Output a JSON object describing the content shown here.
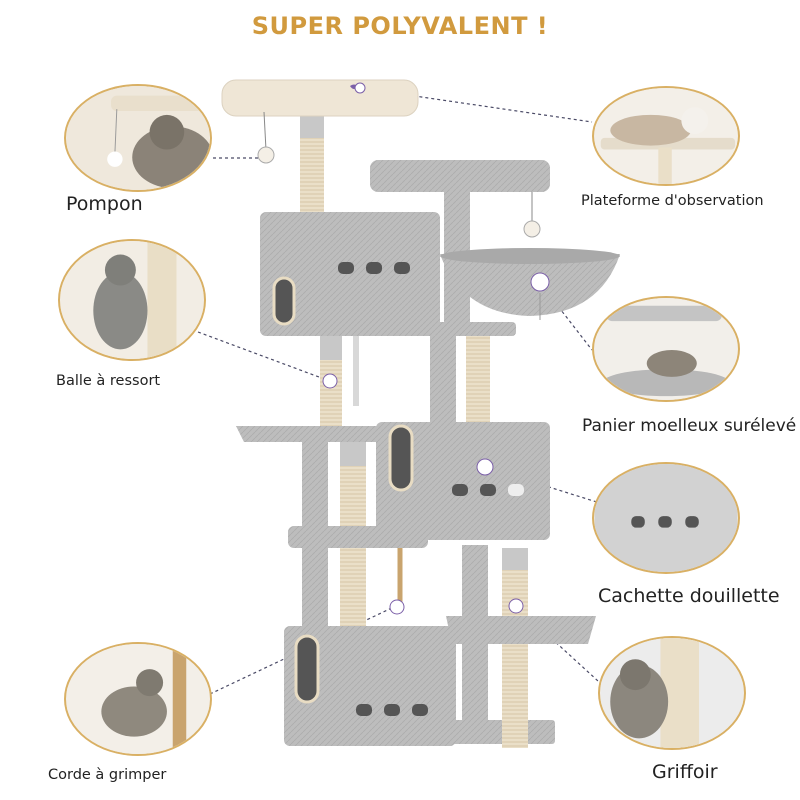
{
  "headline": {
    "text": "SUPER POLYVALENT !",
    "color": "#d19a3e"
  },
  "features": [
    {
      "id": "pompon",
      "label": "Pompon",
      "icon": "pompom-icon"
    },
    {
      "id": "plateforme",
      "label": "Plateforme d'observation",
      "icon": "cat-lying-icon"
    },
    {
      "id": "balle",
      "label": "Balle à ressort",
      "icon": "spring-ball-icon"
    },
    {
      "id": "panier",
      "label": "Panier moelleux surélevé",
      "icon": "basket-icon"
    },
    {
      "id": "cachette",
      "label": "Cachette douillette",
      "icon": "condo-icon"
    },
    {
      "id": "corde",
      "label": "Corde à grimper",
      "icon": "rope-icon"
    },
    {
      "id": "griffoir",
      "label": "Griffoir",
      "icon": "scratch-post-icon"
    }
  ],
  "colors": {
    "accent_border": "#d9b064",
    "plush_gray": "#b9b9b9",
    "plush_dark": "#9c9c9c",
    "sisal": "#e8dcc3",
    "beige_top": "#efe6d6",
    "paw": "#7b5fa8",
    "leader": "#4a4a66"
  }
}
